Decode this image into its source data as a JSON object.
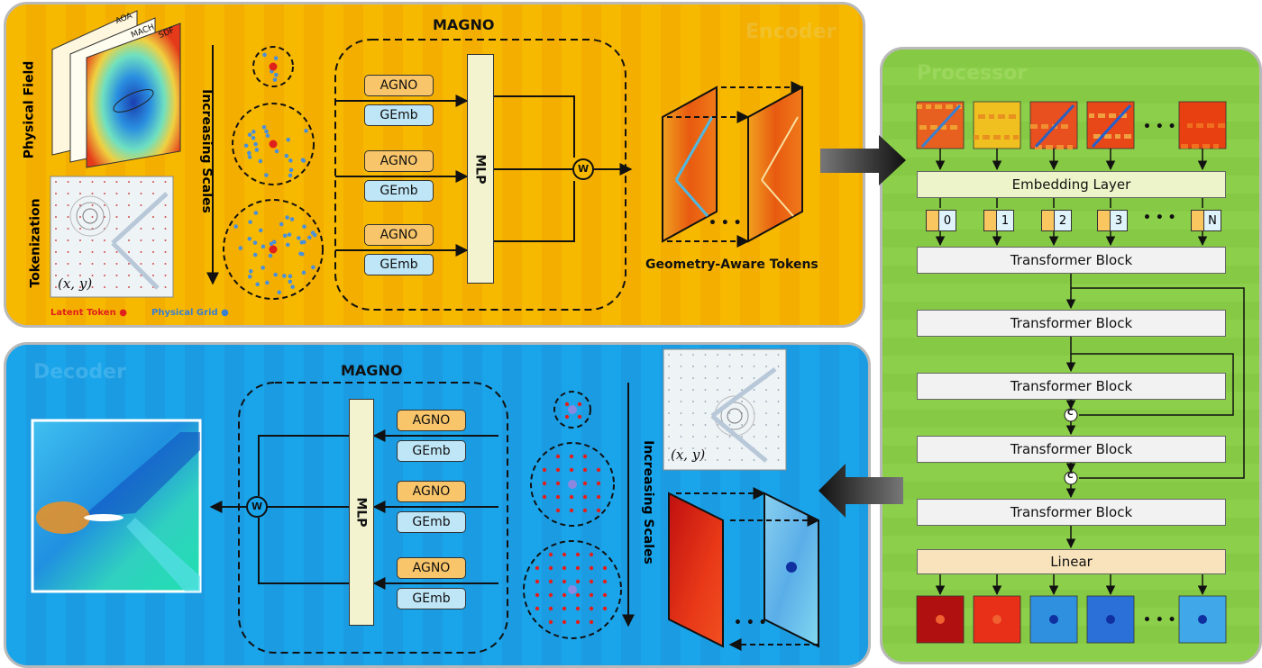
{
  "encoder": {
    "title": "Encoder",
    "magno_title": "MAGNO",
    "physical_field_label": "Physical Field",
    "tokenization_label": "Tokenization",
    "field_layers": [
      "AOA",
      "MACH",
      "SDF"
    ],
    "xy_label": "(x, y)",
    "latent_token_legend": "Latent Token",
    "physical_grid_legend": "Physical Grid",
    "scales_label": "Increasing Scales",
    "agno_labels": [
      "AGNO",
      "AGNO",
      "AGNO"
    ],
    "gemb_labels": [
      "GEmb",
      "GEmb",
      "GEmb"
    ],
    "mlp_label": "MLP",
    "w_label": "W",
    "tokens_caption": "Geometry-Aware Tokens",
    "dots": "• • •"
  },
  "processor": {
    "title": "Processor",
    "embedding_label": "Embedding Layer",
    "token_indices": [
      "0",
      "1",
      "2",
      "3",
      "N"
    ],
    "dots": "• • •",
    "transformer_blocks": [
      "Transformer Block",
      "Transformer Block",
      "Transformer Block",
      "Transformer Block",
      "Transformer Block"
    ],
    "concat_label": "C",
    "linear_label": "Linear"
  },
  "decoder": {
    "title": "Decoder",
    "magno_title": "MAGNO",
    "agno_labels": [
      "AGNO",
      "AGNO",
      "AGNO"
    ],
    "gemb_labels": [
      "GEmb",
      "GEmb",
      "GEmb"
    ],
    "mlp_label": "MLP",
    "w_label": "W",
    "scales_label": "Increasing Scales",
    "xy_label": "(x, y)",
    "dots": "• • •"
  },
  "colors": {
    "encoder_bg": "#f7b800",
    "decoder_bg": "#1aa4ea",
    "processor_bg": "#8ccf4a",
    "latent_token": "#e0201c",
    "physical_grid": "#4a90d9",
    "agno": "#f8c56a",
    "gemb": "#bfe6f7"
  }
}
